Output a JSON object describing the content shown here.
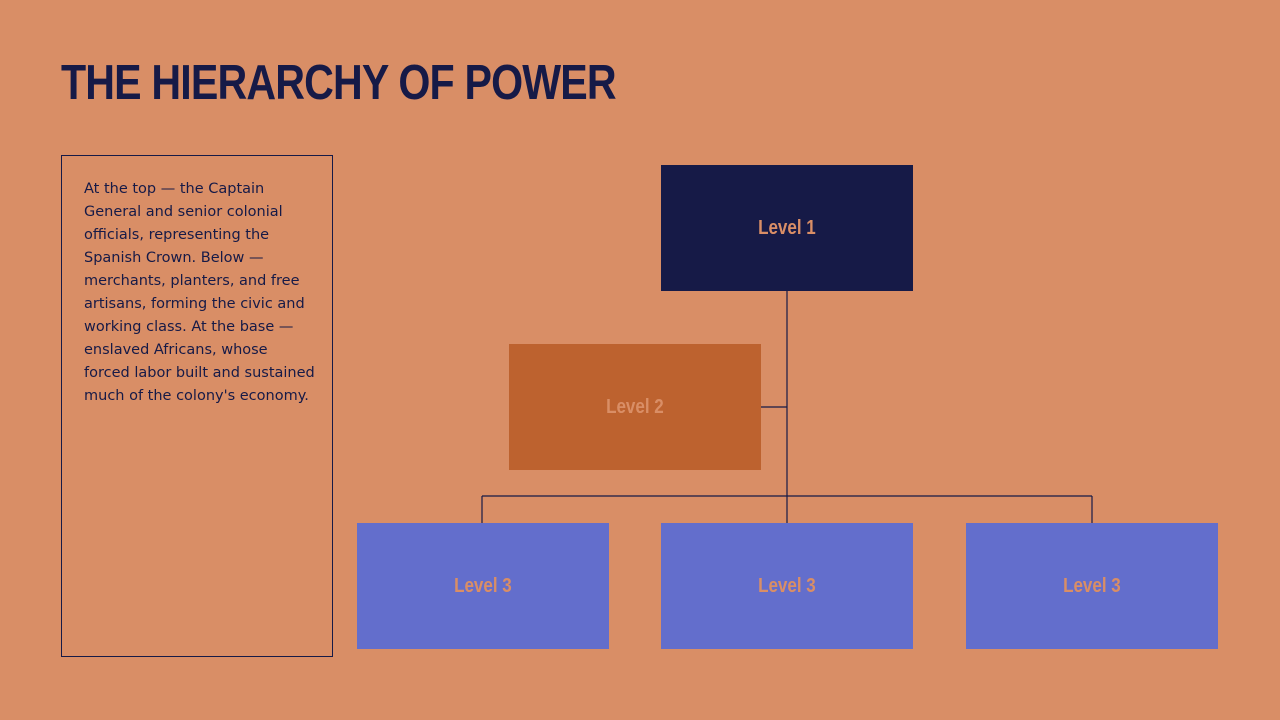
{
  "slide": {
    "title": "THE HIERARCHY OF POWER",
    "description": "At the top — the Captain General and senior colonial officials, representing the Spanish Crown. Below — merchants, planters, and free artisans, forming the civic and working class. At the base — enslaved Africans, whose forced labor built and sustained much of the colony's economy."
  },
  "diagram": {
    "level1": {
      "label": "Level 1"
    },
    "level2": {
      "label": "Level 2"
    },
    "level3": [
      {
        "label": "Level 3"
      },
      {
        "label": "Level 3"
      },
      {
        "label": "Level 3"
      }
    ]
  },
  "colors": {
    "background": "#D98E66",
    "title": "#161A47",
    "text": "#161A47",
    "border": "#161A47",
    "connector": "#161A47",
    "level1_fill": "#161A47",
    "level2_fill": "#BD622F",
    "level3_fill": "#636ECC",
    "node_label": "#D98E66"
  }
}
